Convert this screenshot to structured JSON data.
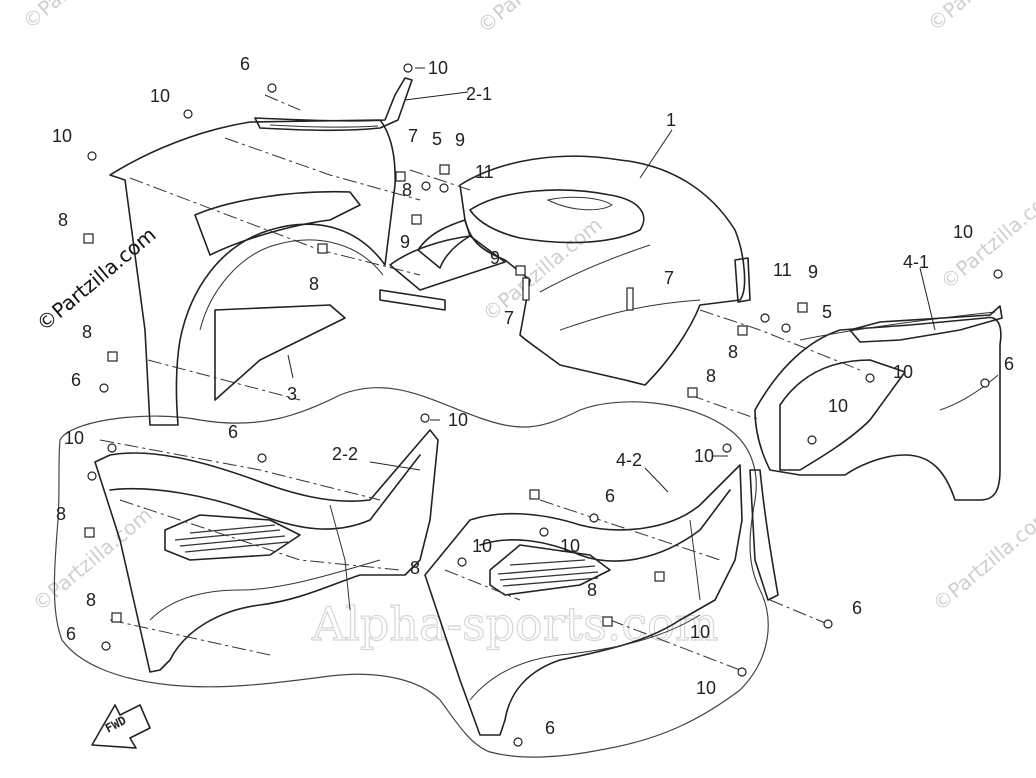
{
  "watermarks": {
    "partzilla": "©Partzilla.com",
    "alpha": "Alpha-sports.com"
  },
  "brand_label": "©Partzilla.com",
  "direction_label": "FWD",
  "callouts": [
    {
      "id": "c1",
      "text": "1"
    },
    {
      "id": "c2_1",
      "text": "2-1"
    },
    {
      "id": "c2_2",
      "text": "2-2"
    },
    {
      "id": "c3",
      "text": "3"
    },
    {
      "id": "c4_1",
      "text": "4-1"
    },
    {
      "id": "c4_2",
      "text": "4-2"
    },
    {
      "id": "c5a",
      "text": "5"
    },
    {
      "id": "c5b",
      "text": "5"
    },
    {
      "id": "c6a",
      "text": "6"
    },
    {
      "id": "c6b",
      "text": "6"
    },
    {
      "id": "c6c",
      "text": "6"
    },
    {
      "id": "c6d",
      "text": "6"
    },
    {
      "id": "c6e",
      "text": "6"
    },
    {
      "id": "c6f",
      "text": "6"
    },
    {
      "id": "c6g",
      "text": "6"
    },
    {
      "id": "c6h",
      "text": "6"
    },
    {
      "id": "c7a",
      "text": "7"
    },
    {
      "id": "c7b",
      "text": "7"
    },
    {
      "id": "c7c",
      "text": "7"
    },
    {
      "id": "c8a",
      "text": "8"
    },
    {
      "id": "c8b",
      "text": "8"
    },
    {
      "id": "c8c",
      "text": "8"
    },
    {
      "id": "c8d",
      "text": "8"
    },
    {
      "id": "c8e",
      "text": "8"
    },
    {
      "id": "c8f",
      "text": "8"
    },
    {
      "id": "c8g",
      "text": "8"
    },
    {
      "id": "c8h",
      "text": "8"
    },
    {
      "id": "c8i",
      "text": "8"
    },
    {
      "id": "c8j",
      "text": "8"
    },
    {
      "id": "c9a",
      "text": "9"
    },
    {
      "id": "c9b",
      "text": "9"
    },
    {
      "id": "c9c",
      "text": "9"
    },
    {
      "id": "c9d",
      "text": "9"
    },
    {
      "id": "c10a",
      "text": "10"
    },
    {
      "id": "c10b",
      "text": "10"
    },
    {
      "id": "c10c",
      "text": "10"
    },
    {
      "id": "c10d",
      "text": "10"
    },
    {
      "id": "c10e",
      "text": "10"
    },
    {
      "id": "c10f",
      "text": "10"
    },
    {
      "id": "c10g",
      "text": "10"
    },
    {
      "id": "c10h",
      "text": "10"
    },
    {
      "id": "c10i",
      "text": "10"
    },
    {
      "id": "c10j",
      "text": "10"
    },
    {
      "id": "c10k",
      "text": "10"
    },
    {
      "id": "c10l",
      "text": "10"
    },
    {
      "id": "c10m",
      "text": "10"
    },
    {
      "id": "c11a",
      "text": "11"
    },
    {
      "id": "c11b",
      "text": "11"
    }
  ]
}
